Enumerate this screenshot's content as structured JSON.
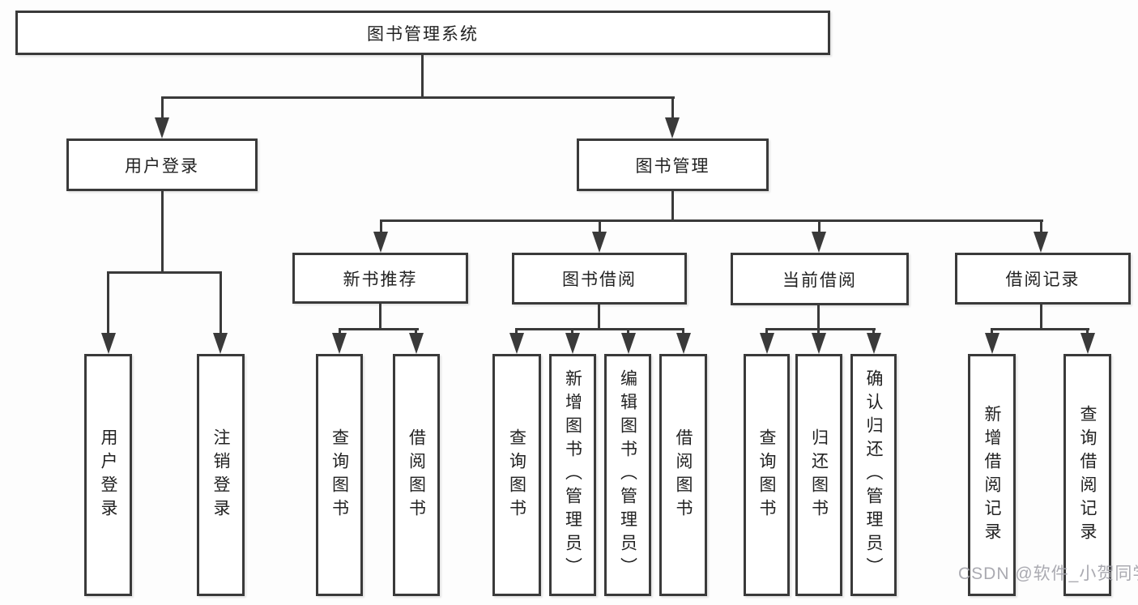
{
  "diagram": {
    "root": {
      "label": "图书管理系统"
    },
    "branches": [
      {
        "label": "用户登录",
        "children": [
          {
            "label": "用户登录"
          },
          {
            "label": "注销登录"
          }
        ]
      },
      {
        "label": "图书管理",
        "children": [
          {
            "label": "新书推荐",
            "children": [
              {
                "label": "查询图书"
              },
              {
                "label": "借阅图书"
              }
            ]
          },
          {
            "label": "图书借阅",
            "children": [
              {
                "label": "查询图书"
              },
              {
                "label": "新增图书（管理员）"
              },
              {
                "label": "编辑图书（管理员）"
              },
              {
                "label": "借阅图书"
              }
            ]
          },
          {
            "label": "当前借阅",
            "children": [
              {
                "label": "查询图书"
              },
              {
                "label": "归还图书"
              },
              {
                "label": "确认归还（管理员）"
              }
            ]
          },
          {
            "label": "借阅记录",
            "children": [
              {
                "label": "新增借阅记录"
              },
              {
                "label": "查询借阅记录"
              }
            ]
          }
        ]
      }
    ]
  },
  "watermark": {
    "text": "CSDN @软件_小贺同学"
  },
  "colors": {
    "line": "#3a3a3a",
    "border": "#3a3a3a",
    "fill": "#ffffff",
    "background": "#fdfdfd",
    "watermark": "#a3a3aa"
  }
}
